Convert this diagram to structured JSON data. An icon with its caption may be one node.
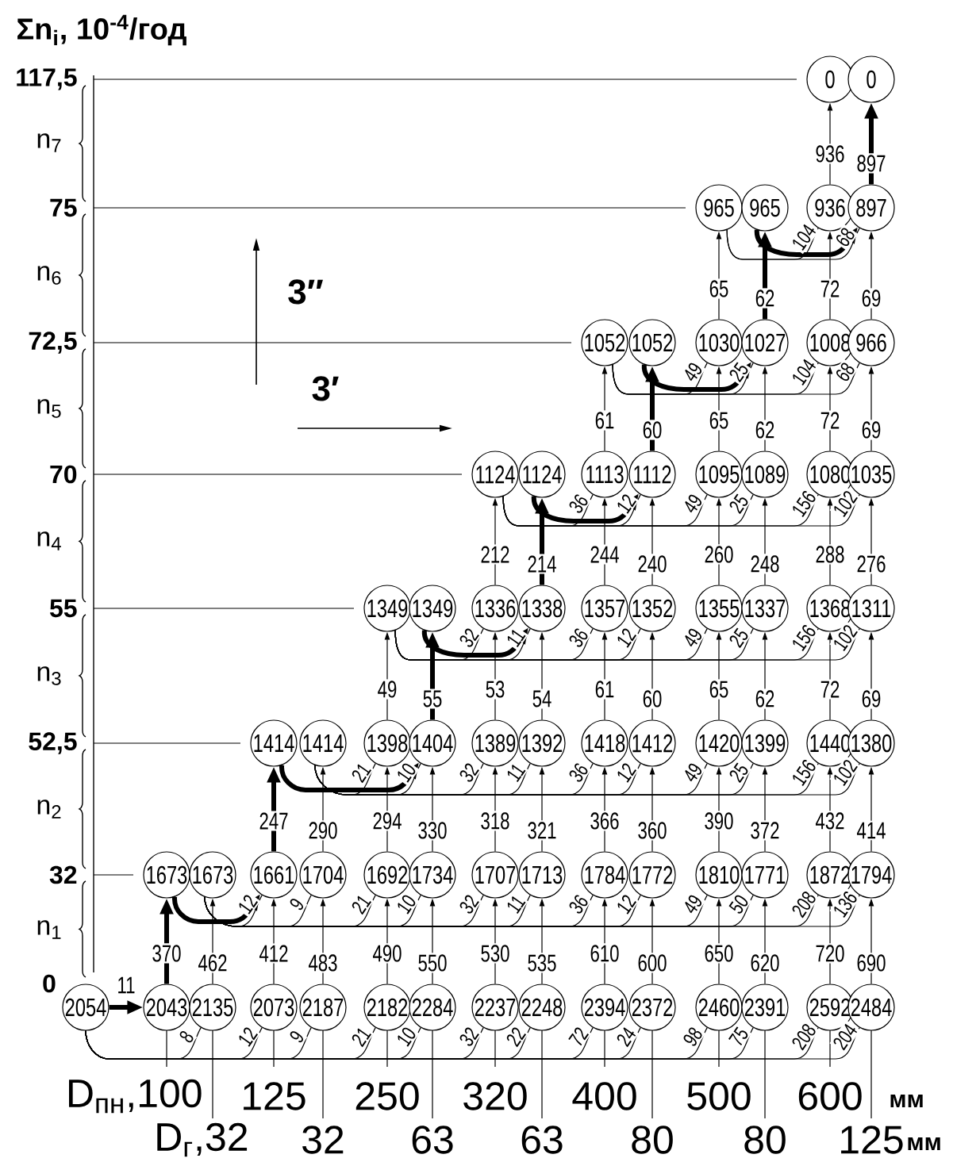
{
  "diagram": {
    "nodes": [
      {
        "text": [
          "0"
        ]
      },
      {
        "text": [
          "0"
        ]
      },
      {
        "text": [
          "965"
        ]
      },
      {
        "text": [
          "965"
        ]
      },
      {
        "text": [
          "936"
        ]
      },
      {
        "text": [
          "897"
        ]
      },
      {
        "text": [
          "1052"
        ]
      },
      {
        "text": [
          "1052"
        ]
      },
      {
        "text": [
          "1030"
        ]
      },
      {
        "text": [
          "1027"
        ]
      },
      {
        "text": [
          "1008"
        ]
      },
      {
        "text": [
          "966"
        ]
      },
      {
        "text": [
          "1124"
        ]
      },
      {
        "text": [
          "1124"
        ]
      },
      {
        "text": [
          "1113"
        ]
      },
      {
        "text": [
          "1112"
        ]
      },
      {
        "text": [
          "1095"
        ]
      },
      {
        "text": [
          "1089"
        ]
      },
      {
        "text": [
          "1080"
        ]
      },
      {
        "text": [
          "1035"
        ]
      },
      {
        "text": [
          "1349"
        ]
      },
      {
        "text": [
          "1349"
        ]
      },
      {
        "text": [
          "1336"
        ]
      },
      {
        "text": [
          "1338"
        ]
      },
      {
        "text": [
          "1357"
        ]
      },
      {
        "text": [
          "1352"
        ]
      },
      {
        "text": [
          "1355"
        ]
      },
      {
        "text": [
          "1337"
        ]
      },
      {
        "text": [
          "1368"
        ]
      },
      {
        "text": [
          "1311"
        ]
      },
      {
        "text": [
          "1414"
        ]
      },
      {
        "text": [
          "1414"
        ]
      },
      {
        "text": [
          "1398"
        ]
      },
      {
        "text": [
          "1404"
        ]
      },
      {
        "text": [
          "1389"
        ]
      },
      {
        "text": [
          "1392"
        ]
      },
      {
        "text": [
          "1418"
        ]
      },
      {
        "text": [
          "1412"
        ]
      },
      {
        "text": [
          "1420"
        ]
      },
      {
        "text": [
          "1399"
        ]
      },
      {
        "text": [
          "1440"
        ]
      },
      {
        "text": [
          "1380"
        ]
      },
      {
        "text": [
          "1673"
        ]
      },
      {
        "text": [
          "1673"
        ]
      },
      {
        "text": [
          "1661"
        ]
      },
      {
        "text": [
          "1704"
        ]
      },
      {
        "text": [
          "1692"
        ]
      },
      {
        "text": [
          "1734"
        ]
      },
      {
        "text": [
          "1707"
        ]
      },
      {
        "text": [
          "1713"
        ]
      },
      {
        "text": [
          "1784"
        ]
      },
      {
        "text": [
          "1772"
        ]
      },
      {
        "text": [
          "1810"
        ]
      },
      {
        "text": [
          "1771"
        ]
      },
      {
        "text": [
          "1872"
        ]
      },
      {
        "text": [
          "1794"
        ]
      },
      {
        "text": [
          "2054"
        ]
      },
      {
        "text": [
          "2043"
        ],
        "beside": [
          "D$_{пн}$,100"
        ]
      },
      {
        "text": [
          "2135"
        ],
        "beside": [
          "D$_{г}$,32"
        ]
      },
      {
        "text": [
          "2073"
        ],
        "beside": [
          "125"
        ]
      },
      {
        "text": [
          "2187"
        ],
        "beside": [
          "32"
        ]
      },
      {
        "text": [
          "2182"
        ],
        "beside": [
          "250"
        ]
      },
      {
        "text": [
          "2284"
        ],
        "beside": [
          "63"
        ]
      },
      {
        "text": [
          "2237"
        ],
        "beside": [
          "320"
        ]
      },
      {
        "text": [
          "2248"
        ],
        "beside": [
          "63"
        ]
      },
      {
        "text": [
          "2394"
        ],
        "beside": [
          "400"
        ]
      },
      {
        "text": [
          "2372"
        ],
        "beside": [
          "80"
        ]
      },
      {
        "text": [
          "2460"
        ],
        "beside": [
          "500"
        ]
      },
      {
        "text": [
          "2391"
        ],
        "beside": [
          "80"
        ]
      },
      {
        "text": [
          "2592"
        ],
        "beside": [
          "600"
        ]
      },
      {
        "text": [
          "2484"
        ],
        "beside": [
          "125"
        ]
      }
    ],
    "edges": [
      {
        "from": 56,
        "to": 57,
        "arrow": "to",
        "label": "11",
        "style": "thick"
      },
      {
        "from": 56,
        "to": 58,
        "arrow": "none",
        "label": "8"
      },
      {
        "from": 56,
        "to": 59,
        "arrow": "none",
        "label": "12"
      },
      {
        "from": 56,
        "to": 60,
        "arrow": "none",
        "label": "9"
      },
      {
        "from": 56,
        "to": 61,
        "arrow": "none",
        "label": "21"
      },
      {
        "from": 56,
        "to": 62,
        "arrow": "none",
        "label": "10"
      },
      {
        "from": 56,
        "to": 63,
        "arrow": "none",
        "label": "32"
      },
      {
        "from": 56,
        "to": 64,
        "arrow": "none",
        "label": "22"
      },
      {
        "from": 56,
        "to": 65,
        "arrow": "none",
        "label": "72"
      },
      {
        "from": 56,
        "to": 66,
        "arrow": "none",
        "label": "24"
      },
      {
        "from": 56,
        "to": 67,
        "arrow": "none",
        "label": "98"
      },
      {
        "from": 56,
        "to": 68,
        "arrow": "none",
        "label": "75"
      },
      {
        "from": 56,
        "to": 69,
        "arrow": "none",
        "label": "208"
      },
      {
        "from": 56,
        "to": 70,
        "arrow": "none",
        "label": "204"
      },
      {
        "from": 57,
        "to": 42,
        "arrow": "to",
        "label": "370",
        "style": "thick"
      },
      {
        "from": 58,
        "to": 43,
        "arrow": "to",
        "label": "462"
      },
      {
        "from": 59,
        "to": 44,
        "arrow": "to",
        "label": "412"
      },
      {
        "from": 60,
        "to": 45,
        "arrow": "to",
        "label": "483"
      },
      {
        "from": 61,
        "to": 46,
        "arrow": "to",
        "label": "490"
      },
      {
        "from": 62,
        "to": 47,
        "arrow": "to",
        "label": "550"
      },
      {
        "from": 63,
        "to": 48,
        "arrow": "to",
        "label": "530"
      },
      {
        "from": 64,
        "to": 49,
        "arrow": "to",
        "label": "535"
      },
      {
        "from": 65,
        "to": 50,
        "arrow": "to",
        "label": "610"
      },
      {
        "from": 66,
        "to": 51,
        "arrow": "to",
        "label": "600"
      },
      {
        "from": 67,
        "to": 52,
        "arrow": "to",
        "label": "650"
      },
      {
        "from": 68,
        "to": 53,
        "arrow": "to",
        "label": "620"
      },
      {
        "from": 69,
        "to": 54,
        "arrow": "to",
        "label": "720"
      },
      {
        "from": 70,
        "to": 55,
        "arrow": "to",
        "label": "690"
      },
      {
        "from": 42,
        "to": 44,
        "arrow": "to",
        "style": "thick"
      },
      {
        "from": 43,
        "to": 44,
        "arrow": "none",
        "label": "12"
      },
      {
        "from": 43,
        "to": 45,
        "arrow": "none",
        "label": "9"
      },
      {
        "from": 43,
        "to": 46,
        "arrow": "none",
        "label": "21"
      },
      {
        "from": 43,
        "to": 47,
        "arrow": "none",
        "label": "10"
      },
      {
        "from": 43,
        "to": 48,
        "arrow": "none",
        "label": "32"
      },
      {
        "from": 43,
        "to": 49,
        "arrow": "none",
        "label": "11"
      },
      {
        "from": 43,
        "to": 50,
        "arrow": "none",
        "label": "36"
      },
      {
        "from": 43,
        "to": 51,
        "arrow": "none",
        "label": "12"
      },
      {
        "from": 43,
        "to": 52,
        "arrow": "none",
        "label": "49"
      },
      {
        "from": 43,
        "to": 53,
        "arrow": "none",
        "label": "50"
      },
      {
        "from": 43,
        "to": 54,
        "arrow": "none",
        "label": "208"
      },
      {
        "from": 43,
        "to": 55,
        "arrow": "none",
        "label": "136"
      },
      {
        "from": 44,
        "to": 30,
        "arrow": "to",
        "label": "247",
        "style": "thick"
      },
      {
        "from": 45,
        "to": 31,
        "arrow": "to",
        "label": "290"
      },
      {
        "from": 46,
        "to": 32,
        "arrow": "to",
        "label": "294"
      },
      {
        "from": 47,
        "to": 33,
        "arrow": "to",
        "label": "330"
      },
      {
        "from": 48,
        "to": 34,
        "arrow": "to",
        "label": "318"
      },
      {
        "from": 49,
        "to": 35,
        "arrow": "to",
        "label": "321"
      },
      {
        "from": 50,
        "to": 36,
        "arrow": "to",
        "label": "366"
      },
      {
        "from": 51,
        "to": 37,
        "arrow": "to",
        "label": "360"
      },
      {
        "from": 52,
        "to": 38,
        "arrow": "to",
        "label": "390"
      },
      {
        "from": 53,
        "to": 39,
        "arrow": "to",
        "label": "372"
      },
      {
        "from": 54,
        "to": 40,
        "arrow": "to",
        "label": "432"
      },
      {
        "from": 55,
        "to": 41,
        "arrow": "to",
        "label": "414"
      },
      {
        "from": 30,
        "to": 33,
        "arrow": "to",
        "style": "thick"
      },
      {
        "from": 31,
        "to": 32,
        "arrow": "none",
        "label": "21"
      },
      {
        "from": 31,
        "to": 33,
        "arrow": "none",
        "label": "10"
      },
      {
        "from": 31,
        "to": 34,
        "arrow": "none",
        "label": "32"
      },
      {
        "from": 31,
        "to": 35,
        "arrow": "none",
        "label": "11"
      },
      {
        "from": 31,
        "to": 36,
        "arrow": "none",
        "label": "36"
      },
      {
        "from": 31,
        "to": 37,
        "arrow": "none",
        "label": "12"
      },
      {
        "from": 31,
        "to": 38,
        "arrow": "none",
        "label": "49"
      },
      {
        "from": 31,
        "to": 39,
        "arrow": "none",
        "label": "25"
      },
      {
        "from": 31,
        "to": 40,
        "arrow": "none",
        "label": "156"
      },
      {
        "from": 31,
        "to": 41,
        "arrow": "none",
        "label": "102"
      },
      {
        "from": 32,
        "to": 20,
        "arrow": "to",
        "label": "49"
      },
      {
        "from": 33,
        "to": 21,
        "arrow": "to",
        "label": "55",
        "style": "thick"
      },
      {
        "from": 34,
        "to": 22,
        "arrow": "to",
        "label": "53"
      },
      {
        "from": 35,
        "to": 23,
        "arrow": "to",
        "label": "54"
      },
      {
        "from": 36,
        "to": 24,
        "arrow": "to",
        "label": "61"
      },
      {
        "from": 37,
        "to": 25,
        "arrow": "to",
        "label": "60"
      },
      {
        "from": 38,
        "to": 26,
        "arrow": "to",
        "label": "65"
      },
      {
        "from": 39,
        "to": 27,
        "arrow": "to",
        "label": "62"
      },
      {
        "from": 40,
        "to": 28,
        "arrow": "to",
        "label": "72"
      },
      {
        "from": 41,
        "to": 29,
        "arrow": "to",
        "label": "69"
      },
      {
        "from": 21,
        "to": 23,
        "arrow": "to",
        "style": "thick"
      },
      {
        "from": 20,
        "to": 22,
        "arrow": "none",
        "label": "32"
      },
      {
        "from": 20,
        "to": 23,
        "arrow": "none",
        "label": "11"
      },
      {
        "from": 20,
        "to": 24,
        "arrow": "none",
        "label": "36"
      },
      {
        "from": 20,
        "to": 25,
        "arrow": "none",
        "label": "12"
      },
      {
        "from": 20,
        "to": 26,
        "arrow": "none",
        "label": "49"
      },
      {
        "from": 20,
        "to": 27,
        "arrow": "none",
        "label": "25"
      },
      {
        "from": 20,
        "to": 28,
        "arrow": "none",
        "label": "156"
      },
      {
        "from": 20,
        "to": 29,
        "arrow": "none",
        "label": "102"
      },
      {
        "from": 22,
        "to": 12,
        "arrow": "to",
        "label": "212"
      },
      {
        "from": 23,
        "to": 13,
        "arrow": "to",
        "label": "214",
        "style": "thick"
      },
      {
        "from": 24,
        "to": 14,
        "arrow": "to",
        "label": "244"
      },
      {
        "from": 25,
        "to": 15,
        "arrow": "to",
        "label": "240"
      },
      {
        "from": 26,
        "to": 16,
        "arrow": "to",
        "label": "260"
      },
      {
        "from": 27,
        "to": 17,
        "arrow": "to",
        "label": "248"
      },
      {
        "from": 28,
        "to": 18,
        "arrow": "to",
        "label": "288"
      },
      {
        "from": 29,
        "to": 19,
        "arrow": "to",
        "label": "276"
      },
      {
        "from": 13,
        "to": 15,
        "arrow": "to",
        "style": "thick"
      },
      {
        "from": 12,
        "to": 14,
        "arrow": "none",
        "label": "36"
      },
      {
        "from": 12,
        "to": 15,
        "arrow": "none",
        "label": "12"
      },
      {
        "from": 12,
        "to": 16,
        "arrow": "none",
        "label": "49"
      },
      {
        "from": 12,
        "to": 17,
        "arrow": "none",
        "label": "25"
      },
      {
        "from": 12,
        "to": 18,
        "arrow": "none",
        "label": "156"
      },
      {
        "from": 12,
        "to": 19,
        "arrow": "none",
        "label": "102"
      },
      {
        "from": 14,
        "to": 6,
        "arrow": "to",
        "label": "61"
      },
      {
        "from": 15,
        "to": 7,
        "arrow": "to",
        "label": "60",
        "style": "thick"
      },
      {
        "from": 16,
        "to": 8,
        "arrow": "to",
        "label": "65"
      },
      {
        "from": 17,
        "to": 9,
        "arrow": "to",
        "label": "62"
      },
      {
        "from": 18,
        "to": 10,
        "arrow": "to",
        "label": "72"
      },
      {
        "from": 19,
        "to": 11,
        "arrow": "to",
        "label": "69"
      },
      {
        "from": 7,
        "to": 9,
        "arrow": "to",
        "style": "thick"
      },
      {
        "from": 6,
        "to": 8,
        "arrow": "none",
        "label": "49"
      },
      {
        "from": 6,
        "to": 9,
        "arrow": "none",
        "label": "25"
      },
      {
        "from": 6,
        "to": 10,
        "arrow": "none",
        "label": "104"
      },
      {
        "from": 6,
        "to": 11,
        "arrow": "none",
        "label": "68"
      },
      {
        "from": 8,
        "to": 2,
        "arrow": "to",
        "label": "65"
      },
      {
        "from": 9,
        "to": 3,
        "arrow": "to",
        "label": "62",
        "style": "thick"
      },
      {
        "from": 10,
        "to": 4,
        "arrow": "to",
        "label": "72"
      },
      {
        "from": 11,
        "to": 5,
        "arrow": "to",
        "label": "69"
      },
      {
        "from": 3,
        "to": 5,
        "arrow": "to",
        "style": "thick"
      },
      {
        "from": 2,
        "to": 4,
        "arrow": "none",
        "label": "104"
      },
      {
        "from": 2,
        "to": 5,
        "arrow": "none",
        "label": "68"
      },
      {
        "from": 4,
        "to": 0,
        "arrow": "to",
        "label": "936"
      },
      {
        "from": 5,
        "to": 1,
        "arrow": "to",
        "label": "897",
        "style": "thick"
      }
    ],
    "labels": [
      "Σn$_{i}$, 10$^{-4}$/год",
      "117,5",
      "n$_{7}$",
      "75",
      "n$_{6}$",
      "3″",
      "72,5",
      "3′",
      "n$_{5}$",
      "70",
      "n$_{4}$",
      "55",
      "n$_{3}$",
      "52,5",
      "n$_{2}$",
      "32",
      "n$_{1}$",
      "0",
      "мм",
      "мм"
    ]
  }
}
